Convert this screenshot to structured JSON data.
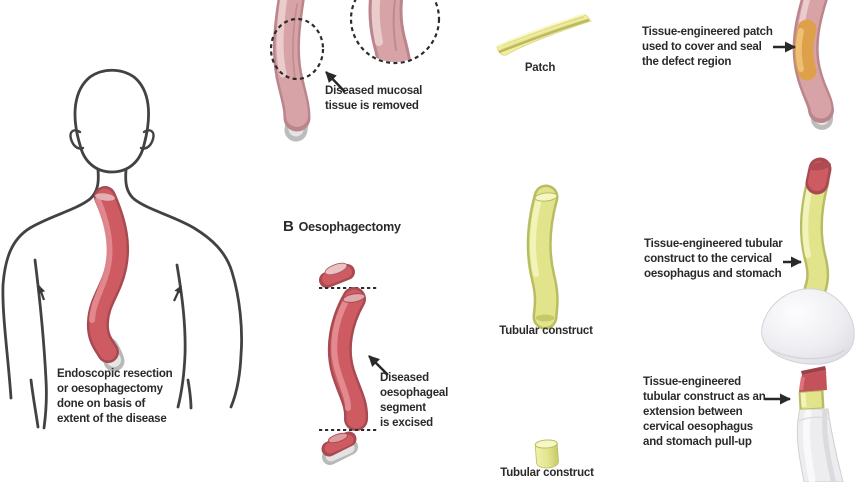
{
  "meta": {
    "background": "#ffffff",
    "text_color": "#2b2a29",
    "oesophagus_red": "#ce5b62",
    "mucosa_pink": "#d8a3a7",
    "construct_yellow": "#e2e48c",
    "patch_pale_yellow": "#f1ef9e",
    "patched_region_orange": "#dfa04c",
    "outline_gray": "#424242"
  },
  "left_panel": {
    "caption": "Endoscopic resection\nor oesophagectomy\ndone on basis of\nextent of the disease"
  },
  "section_a": {
    "callout": "Diseased mucosal\ntissue is removed"
  },
  "section_b": {
    "label": "B",
    "title": "Oesophagectomy",
    "callout": "Diseased\noesophageal\nsegment\nis excised"
  },
  "constructs": {
    "patch_label": "Patch",
    "tubular_mid_label": "Tubular construct",
    "tubular_small_label": "Tubular construct"
  },
  "outcomes": {
    "patch_note": "Tissue-engineered patch\nused to cover and seal\nthe defect region",
    "tubular_note": "Tissue-engineered tubular\nconstruct to the cervical\noesophagus and stomach",
    "pullup_note": "Tissue-engineered\ntubular construct as an\nextension between\ncervical oesophagus\nand stomach pull-up"
  }
}
